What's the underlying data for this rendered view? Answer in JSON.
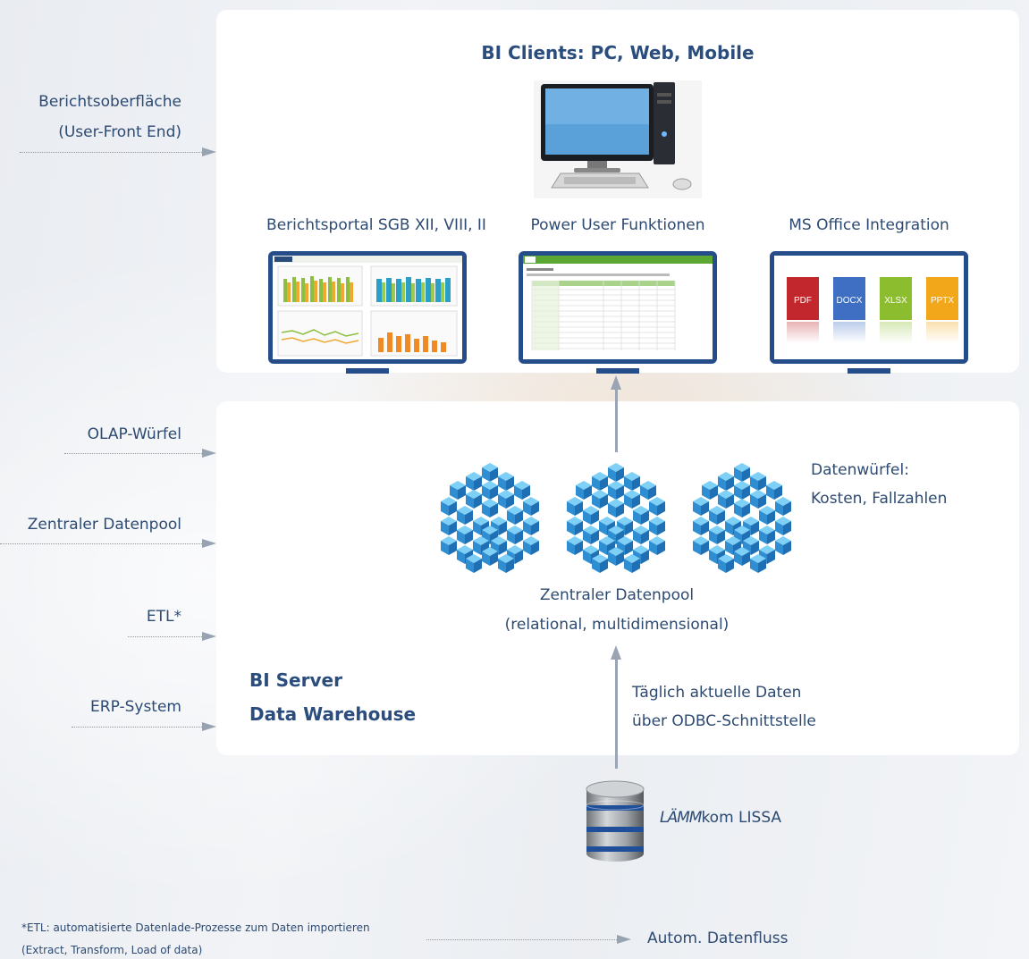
{
  "clients_title": "BI Clients: PC, Web, Mobile",
  "client_items": [
    {
      "label": "Berichtsportal SGB XII, VIII, II"
    },
    {
      "label": "Power User Funktionen"
    },
    {
      "label": "MS Office Integration"
    }
  ],
  "office_docs": [
    {
      "label": "PDF",
      "color": "#c1272d"
    },
    {
      "label": "DOCX",
      "color": "#3f6fc2"
    },
    {
      "label": "XLSX",
      "color": "#8cbd2e"
    },
    {
      "label": "PPTX",
      "color": "#f2a71b"
    }
  ],
  "left_labels": {
    "frontend_line1": "Berichtsoberfläche",
    "frontend_line2": "(User-Front End)",
    "olap": "OLAP-Würfel",
    "datapool": "Zentraler Datenpool",
    "etl": "ETL*",
    "erp": "ERP-System"
  },
  "cubes_caption": {
    "line1": "Datenwürfel:",
    "line2": "Kosten, Fallzahlen"
  },
  "datapool_caption": {
    "line1": "Zentraler Datenpool",
    "line2": "(relational, multidimensional)"
  },
  "server_title": {
    "line1": "BI Server",
    "line2": "Data Warehouse"
  },
  "update_caption": {
    "line1": "Täglich aktuelle Daten",
    "line2": "über ODBC-Schnittstelle"
  },
  "source_name": {
    "logo": "LÄMM",
    "suffix": "kom LISSA"
  },
  "footnote": {
    "line1": "*ETL: automatisierte Datenlade-Prozesse zum Daten importieren",
    "line2": "(Extract, Transform, Load of data)"
  },
  "legend_flow": "Autom. Datenfluss",
  "colors": {
    "primary_text": "#2d4a72",
    "monitor": "#244d8a",
    "cube": "#3aa2dd",
    "arrow": "#98a3b1"
  }
}
